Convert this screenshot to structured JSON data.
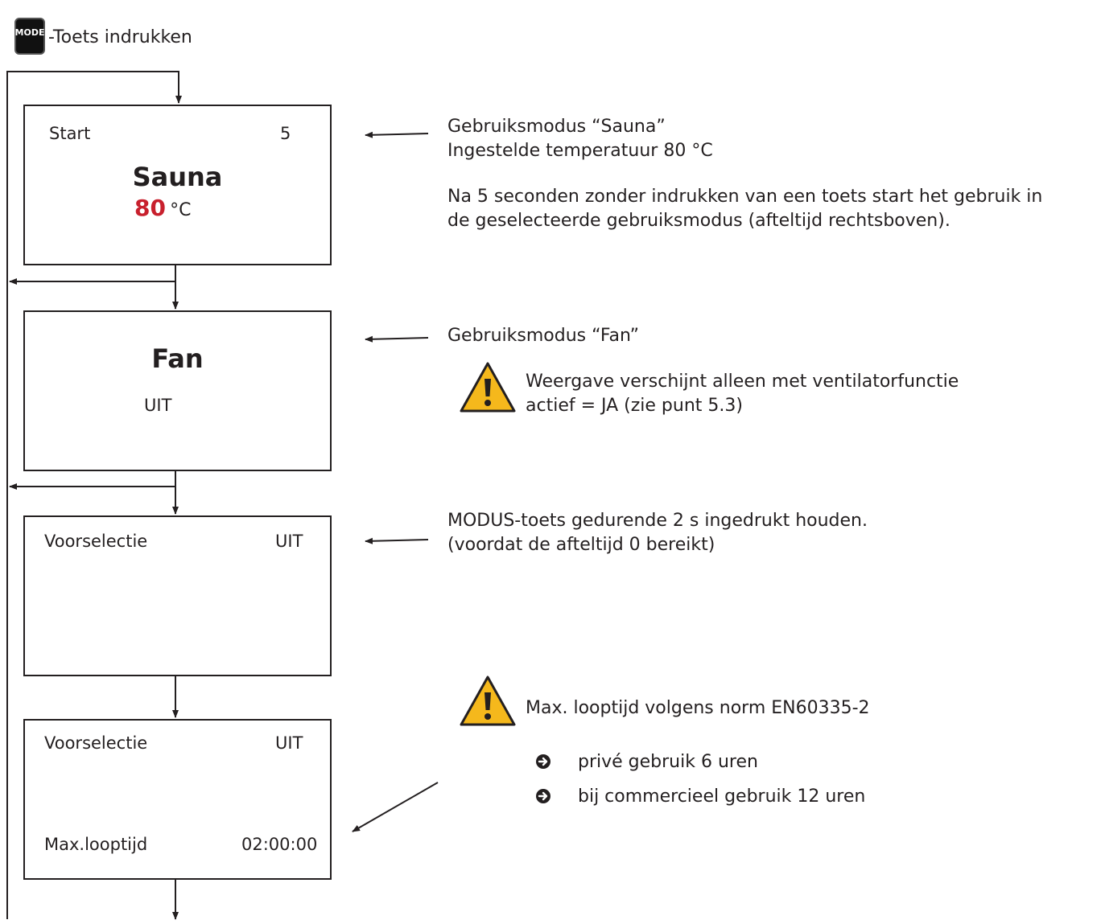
{
  "header": {
    "key_label": "MODE",
    "caption": "-Toets indrukken"
  },
  "screens": {
    "sauna": {
      "corner_left": "Start",
      "corner_right": "5",
      "title": "Sauna",
      "temp_value": "80",
      "temp_unit": "°C"
    },
    "fan": {
      "title": "Fan",
      "status": "UIT"
    },
    "preselect": {
      "corner_left": "Voorselectie",
      "corner_right": "UIT"
    },
    "preselect_max": {
      "corner_left": "Voorselectie",
      "corner_right": "UIT",
      "bottom_left": "Max.looptijd",
      "bottom_right": "02:00:00"
    }
  },
  "notes": {
    "sauna_line1": "Gebruiksmodus “Sauna”",
    "sauna_line2": "Ingestelde temperatuur 80 °C",
    "sauna_line3": "Na 5 seconden zonder indrukken van een toets start het gebruik in",
    "sauna_line4": "de geselecteerde gebruiksmodus (afteltijd rechtsboven).",
    "fan_line1": "Gebruiksmodus “Fan”",
    "fan_warn1": "Weergave verschijnt alleen met ventilatorfunctie",
    "fan_warn2": "actief = JA (zie punt 5.3)",
    "modus_line1": "MODUS-toets gedurende 2 s ingedrukt houden.",
    "modus_line2": "(voordat de afteltijd 0 bereikt)",
    "max_warn": "Max. looptijd volgens norm EN60335-2",
    "bullet1": "privé gebruik 6 uren",
    "bullet2": "bij commercieel gebruik 12 uren"
  },
  "colors": {
    "line": "#231f20",
    "temp_red": "#c8202d",
    "warning_yellow": "#f5b81c"
  },
  "icons": {
    "warning": "warning-triangle-icon",
    "bullet": "arrow-bullet-icon"
  }
}
